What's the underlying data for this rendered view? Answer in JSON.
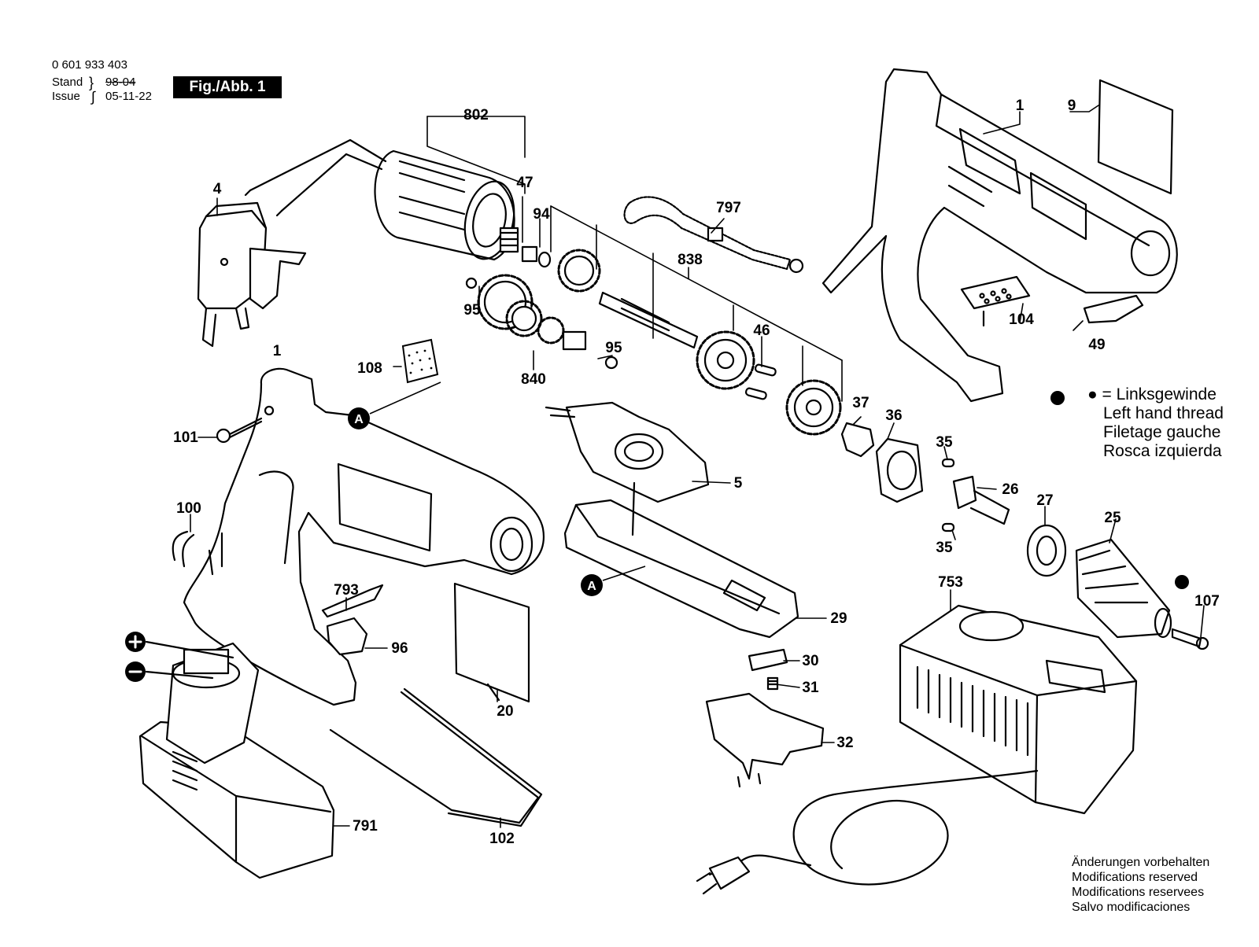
{
  "header": {
    "part_number": "0 601 933 403",
    "stand_label": "Stand",
    "stand_value": "98-04",
    "issue_label": "Issue",
    "issue_value": "05-11-22",
    "figure_label": "Fig./Abb. 1"
  },
  "thread_legend": {
    "symbol": "● = ",
    "lines": [
      "Linksgewinde",
      "Left hand thread",
      "Filetage gauche",
      "Rosca izquierda"
    ]
  },
  "modifications": [
    "Änderungen vorbehalten",
    "Modifications reserved",
    "Modifications reservees",
    "Salvo modificaciones"
  ],
  "callouts": [
    "802",
    "47",
    "4",
    "94",
    "797",
    "1",
    "9",
    "838",
    "95",
    "95",
    "840",
    "108",
    "46",
    "1",
    "104",
    "49",
    "37",
    "36",
    "35",
    "26",
    "35",
    "27",
    "25",
    "107",
    "101",
    "100",
    "5",
    "29",
    "753",
    "793",
    "96",
    "30",
    "31",
    "32",
    "20",
    "791",
    "102"
  ],
  "markers": {
    "section": "A",
    "plus": "+",
    "minus": "−"
  }
}
